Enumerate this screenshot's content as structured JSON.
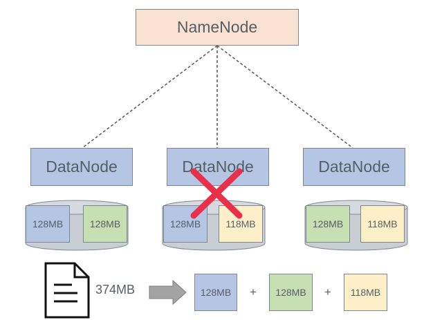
{
  "namenode": {
    "label": "NameNode"
  },
  "datanodes": [
    {
      "label": "DataNode",
      "blocks": [
        "128MB",
        "128MB"
      ],
      "failed": false
    },
    {
      "label": "DataNode",
      "blocks": [
        "128MB",
        "118MB"
      ],
      "failed": true
    },
    {
      "label": "DataNode",
      "blocks": [
        "128MB",
        "118MB"
      ],
      "failed": false
    }
  ],
  "file": {
    "icon": "document-icon",
    "size": "374MB",
    "split_blocks": [
      "128MB",
      "128MB",
      "118MB"
    ],
    "operator": "+"
  },
  "colors": {
    "namenode_fill": "#f9e2d2",
    "datanode_fill": "#b4c6e4",
    "block_blue": "#b4c6e4",
    "block_green": "#c6dfb3",
    "block_yellow": "#fdf0c8",
    "failure_cross": "#e8304a",
    "arrow": "#9a9a9a"
  }
}
